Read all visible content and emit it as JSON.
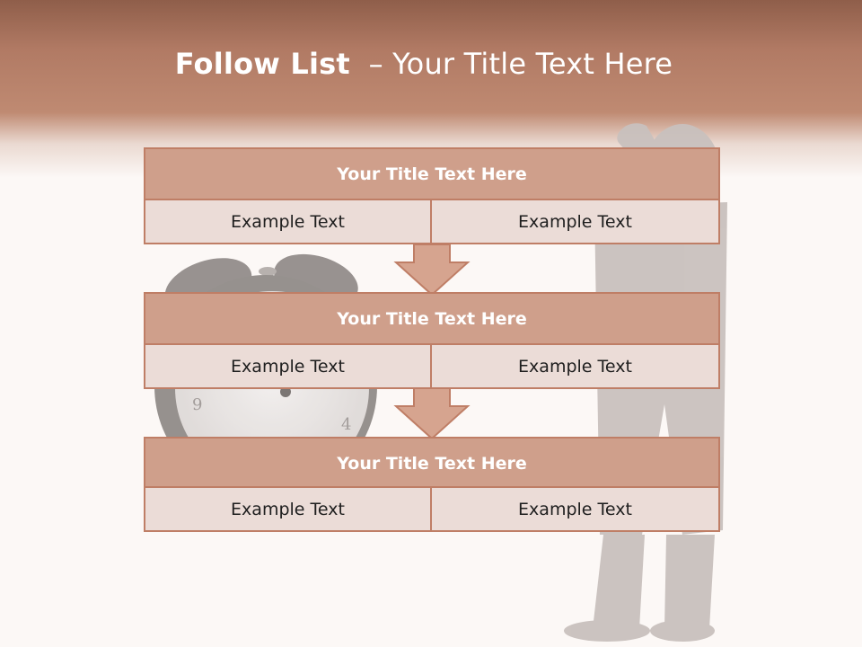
{
  "header": {
    "title_bold": "Follow List",
    "title_rest": "  – Your Title Text Here"
  },
  "blocks": [
    {
      "title": "Your Title Text Here",
      "left": "Example Text",
      "right": "Example Text"
    },
    {
      "title": "Your Title Text Here",
      "left": "Example Text",
      "right": "Example Text"
    },
    {
      "title": "Your Title Text Here",
      "left": "Example Text",
      "right": "Example Text"
    }
  ],
  "clock_numbers": [
    "9",
    "4"
  ],
  "colors": {
    "header": "#b17a64",
    "block_title_fill": "#cf9f8b",
    "block_cell_fill": "#ebdcd7",
    "border": "#bf7e66",
    "arrow_fill": "#d6a48f"
  }
}
